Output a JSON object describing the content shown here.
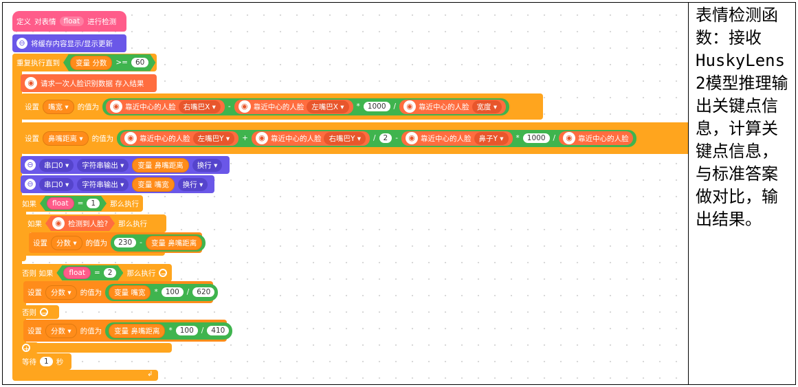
{
  "define": {
    "label": "定义",
    "fn": "对表情",
    "param": "float",
    "suffix": "进行检测"
  },
  "cache": {
    "label": "将缓存内容显示/显示更新"
  },
  "repeat": {
    "label": "重复执行直到",
    "var": "变量 分数",
    "op": ">=",
    "num": "60"
  },
  "request": {
    "label": "请求一次人脸识别数据 存入结果"
  },
  "face": "靠近中心的人脸",
  "set_mouth": {
    "set": "设置",
    "var": "嘴宽",
    "of": "的值为",
    "a": "右嘴巴X",
    "b": "左嘴巴X",
    "mul": "1000",
    "c": "宽度"
  },
  "set_nose": {
    "set": "设置",
    "var": "鼻嘴距离",
    "of": "的值为",
    "a": "左嘴巴Y",
    "b": "右嘴巴Y",
    "div": "2",
    "c": "鼻子Y",
    "mul": "1000"
  },
  "serial1": {
    "port": "串口0",
    "mode": "字符串输出",
    "var": "变量 鼻嘴距离",
    "nl": "换行"
  },
  "serial2": {
    "port": "串口0",
    "mode": "字符串输出",
    "var": "变量 嘴宽",
    "nl": "换行"
  },
  "if1": {
    "if": "如果",
    "var": "float",
    "op": "=",
    "num": "1",
    "then": "那么执行"
  },
  "if_face": {
    "if": "如果",
    "cond": "检测到人脸?",
    "then": "那么执行"
  },
  "set_score1": {
    "set": "设置",
    "var": "分数",
    "of": "的值为",
    "num": "230",
    "op": "-",
    "var2": "变量 鼻嘴距离"
  },
  "elif2": {
    "label": "否则 如果",
    "var": "float",
    "op": "=",
    "num": "2",
    "then": "那么执行"
  },
  "set_score2": {
    "set": "设置",
    "var": "分数",
    "of": "的值为",
    "v": "变量 嘴宽",
    "mul": "100",
    "div": "620"
  },
  "else": {
    "label": "否则"
  },
  "set_score3": {
    "set": "设置",
    "var": "分数",
    "of": "的值为",
    "v": "变量 鼻嘴距离",
    "mul": "100",
    "div": "410"
  },
  "wait": {
    "label": "等待",
    "num": "1",
    "unit": "秒"
  },
  "note": "表情检测函数：接收HuskyLens 2模型推理输出关键点信息，计算关键点信息，与标准答案做对比，输出结果。"
}
